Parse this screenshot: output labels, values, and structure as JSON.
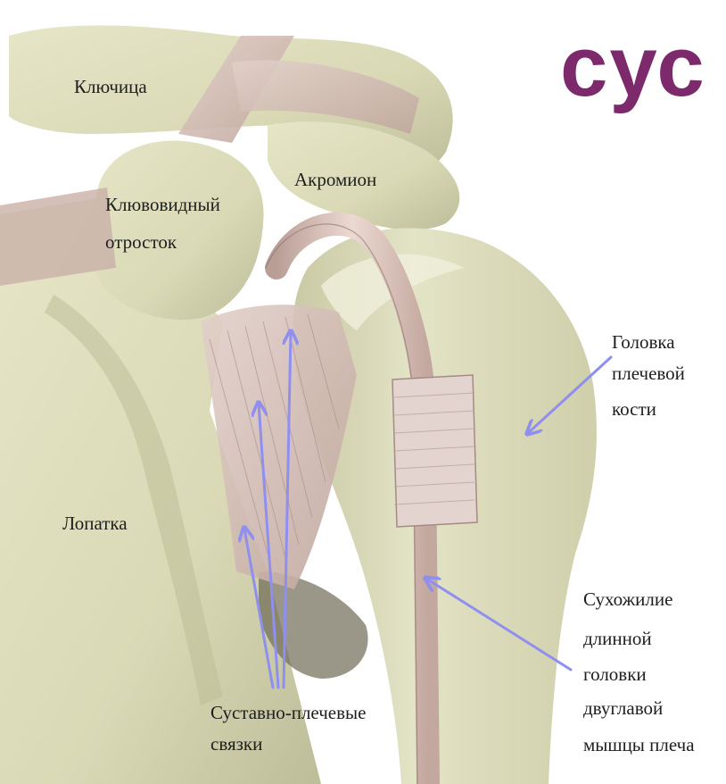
{
  "title_fragment": "сус",
  "colors": {
    "title": "#7d2a6d",
    "arrow": "#8f8ff0",
    "bone": "#dcdcba",
    "bone_shadow": "#a9a987",
    "ligament": "#d8c3bc",
    "tendon": "#e1cbc5",
    "background": "#ffffff"
  },
  "labels": {
    "clavicle": "Ключица",
    "acromion": "Акромион",
    "coracoid": [
      "Клювовидный",
      "отросток"
    ],
    "humeral_head": [
      "Головка",
      "плечевой",
      "кости"
    ],
    "scapula": "Лопатка",
    "biceps_tendon": [
      "Сухожилие",
      "длинной",
      "головки",
      "двуглавой",
      "мышцы плеча"
    ],
    "glenohumeral_ligaments": [
      "Суставно-плечевые",
      "связки"
    ]
  }
}
